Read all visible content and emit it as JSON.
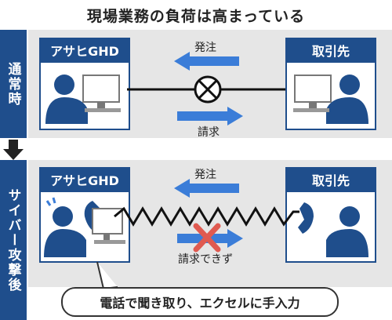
{
  "title": "現場業務の負荷は高まっている",
  "side_labels": {
    "normal": "通常時",
    "cyber": "サイバー攻撃後"
  },
  "top": {
    "left_box": "アサヒGHD",
    "right_box": "取引先",
    "arrow_order": "発注",
    "arrow_billing": "請求"
  },
  "bottom": {
    "left_box": "アサヒGHD",
    "right_box": "取引先",
    "arrow_order": "発注",
    "arrow_billing": "請求できず"
  },
  "bubble": "電話で聞き取り、エクセルに手入力",
  "colors": {
    "navy": "#1f4e8c",
    "arrow_blue": "#3b7dd8",
    "panel_gray": "#e6e6e6",
    "cross_red": "#e05a50"
  }
}
